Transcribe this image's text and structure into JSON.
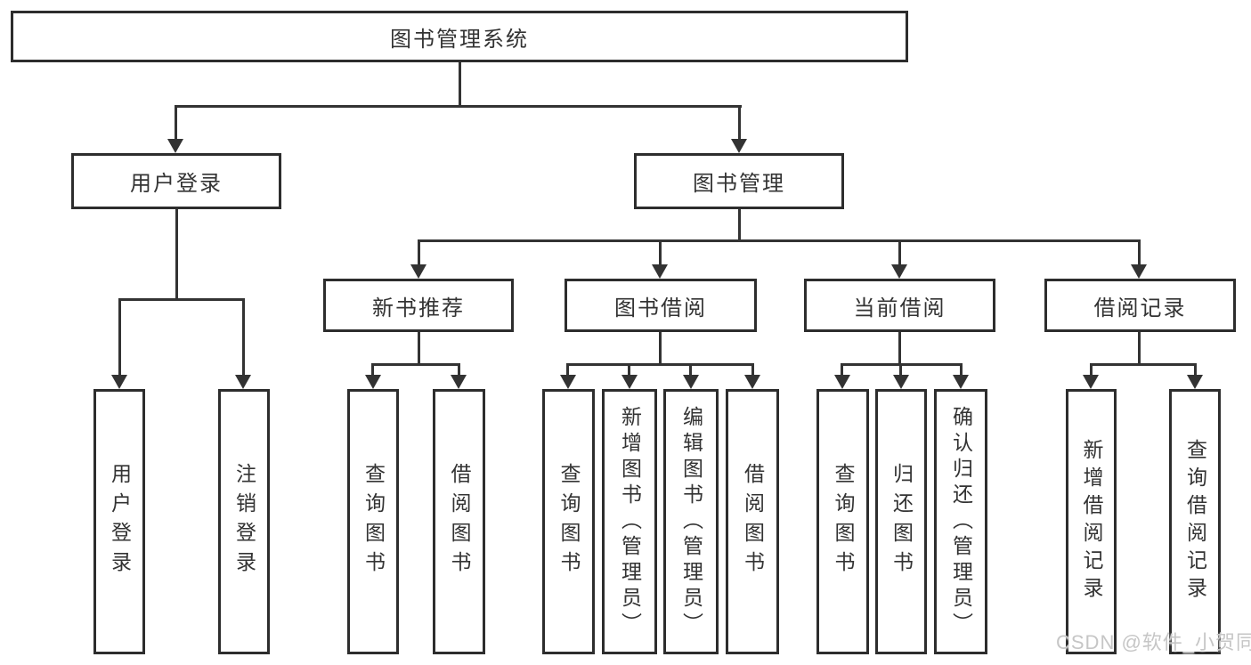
{
  "diagram": {
    "title": "图书管理系统",
    "level2": [
      {
        "label": "用户登录"
      },
      {
        "label": "图书管理"
      }
    ],
    "level3": [
      {
        "label": "新书推荐"
      },
      {
        "label": "图书借阅"
      },
      {
        "label": "当前借阅"
      },
      {
        "label": "借阅记录"
      }
    ],
    "leaves": {
      "user_login": [
        "用户登录",
        "注销登录"
      ],
      "new_book_recommend": [
        "查询图书",
        "借阅图书"
      ],
      "book_borrowing": [
        "查询图书",
        "新增图书（管理员）",
        "编辑图书（管理员）",
        "借阅图书"
      ],
      "current_borrowing": [
        "查询图书",
        "归还图书",
        "确认归还（管理员）"
      ],
      "borrowing_records": [
        "新增借阅记录",
        "查询借阅记录"
      ]
    }
  },
  "watermark": {
    "text": "CSDN @软件_小贺同学"
  },
  "colors": {
    "background": "#ffffff",
    "box_border": "#2d2d2d",
    "box_fill": "#ffffff",
    "line": "#333333",
    "text": "#333333",
    "watermark_text": "#c6c6c6"
  }
}
